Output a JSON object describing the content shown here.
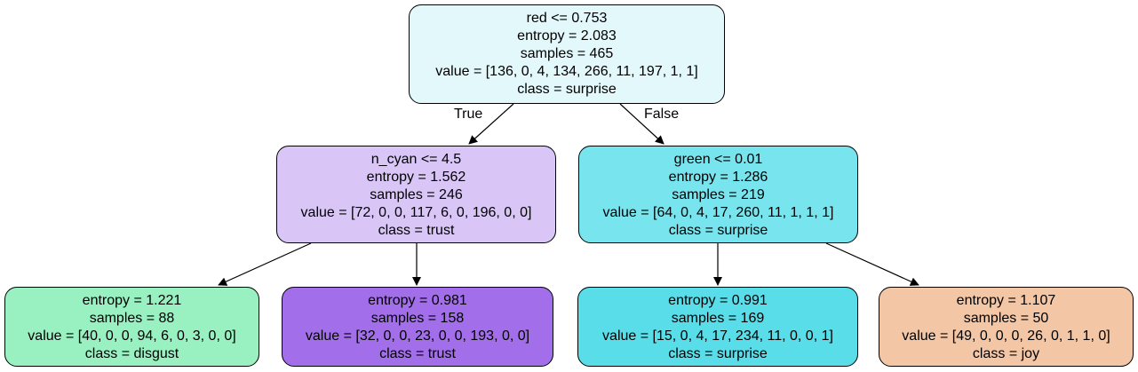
{
  "tree": {
    "root": {
      "split": "red <= 0.753",
      "entropy": "entropy = 2.083",
      "samples": "samples = 465",
      "value": "value = [136, 0, 4, 134, 266, 11, 197, 1, 1]",
      "class": "class = surprise",
      "color": "#e3f8fb"
    },
    "edge_true_label": "True",
    "edge_false_label": "False",
    "left": {
      "split": "n_cyan <= 4.5",
      "entropy": "entropy = 1.562",
      "samples": "samples = 246",
      "value": "value = [72, 0, 0, 117, 6, 0, 196, 0, 0]",
      "class": "class = trust",
      "color": "#d9c6f7"
    },
    "right": {
      "split": "green <= 0.01",
      "entropy": "entropy = 1.286",
      "samples": "samples = 219",
      "value": "value = [64, 0, 4, 17, 260, 11, 1, 1, 1]",
      "class": "class = surprise",
      "color": "#78e5ee"
    },
    "left_left": {
      "entropy": "entropy = 1.221",
      "samples": "samples = 88",
      "value": "value = [40, 0, 0, 94, 6, 0, 3, 0, 0]",
      "class": "class = disgust",
      "color": "#99f0c1"
    },
    "left_right": {
      "entropy": "entropy = 0.981",
      "samples": "samples = 158",
      "value": "value = [32, 0, 0, 23, 0, 0, 193, 0, 0]",
      "class": "class = trust",
      "color": "#a26eea"
    },
    "right_left": {
      "entropy": "entropy = 0.991",
      "samples": "samples = 169",
      "value": "value = [15, 0, 4, 17, 234, 11, 0, 0, 1]",
      "class": "class = surprise",
      "color": "#58dde9"
    },
    "right_right": {
      "entropy": "entropy = 1.107",
      "samples": "samples = 50",
      "value": "value = [49, 0, 0, 0, 26, 0, 1, 1, 0]",
      "class": "class = joy",
      "color": "#f3c6a5"
    }
  }
}
